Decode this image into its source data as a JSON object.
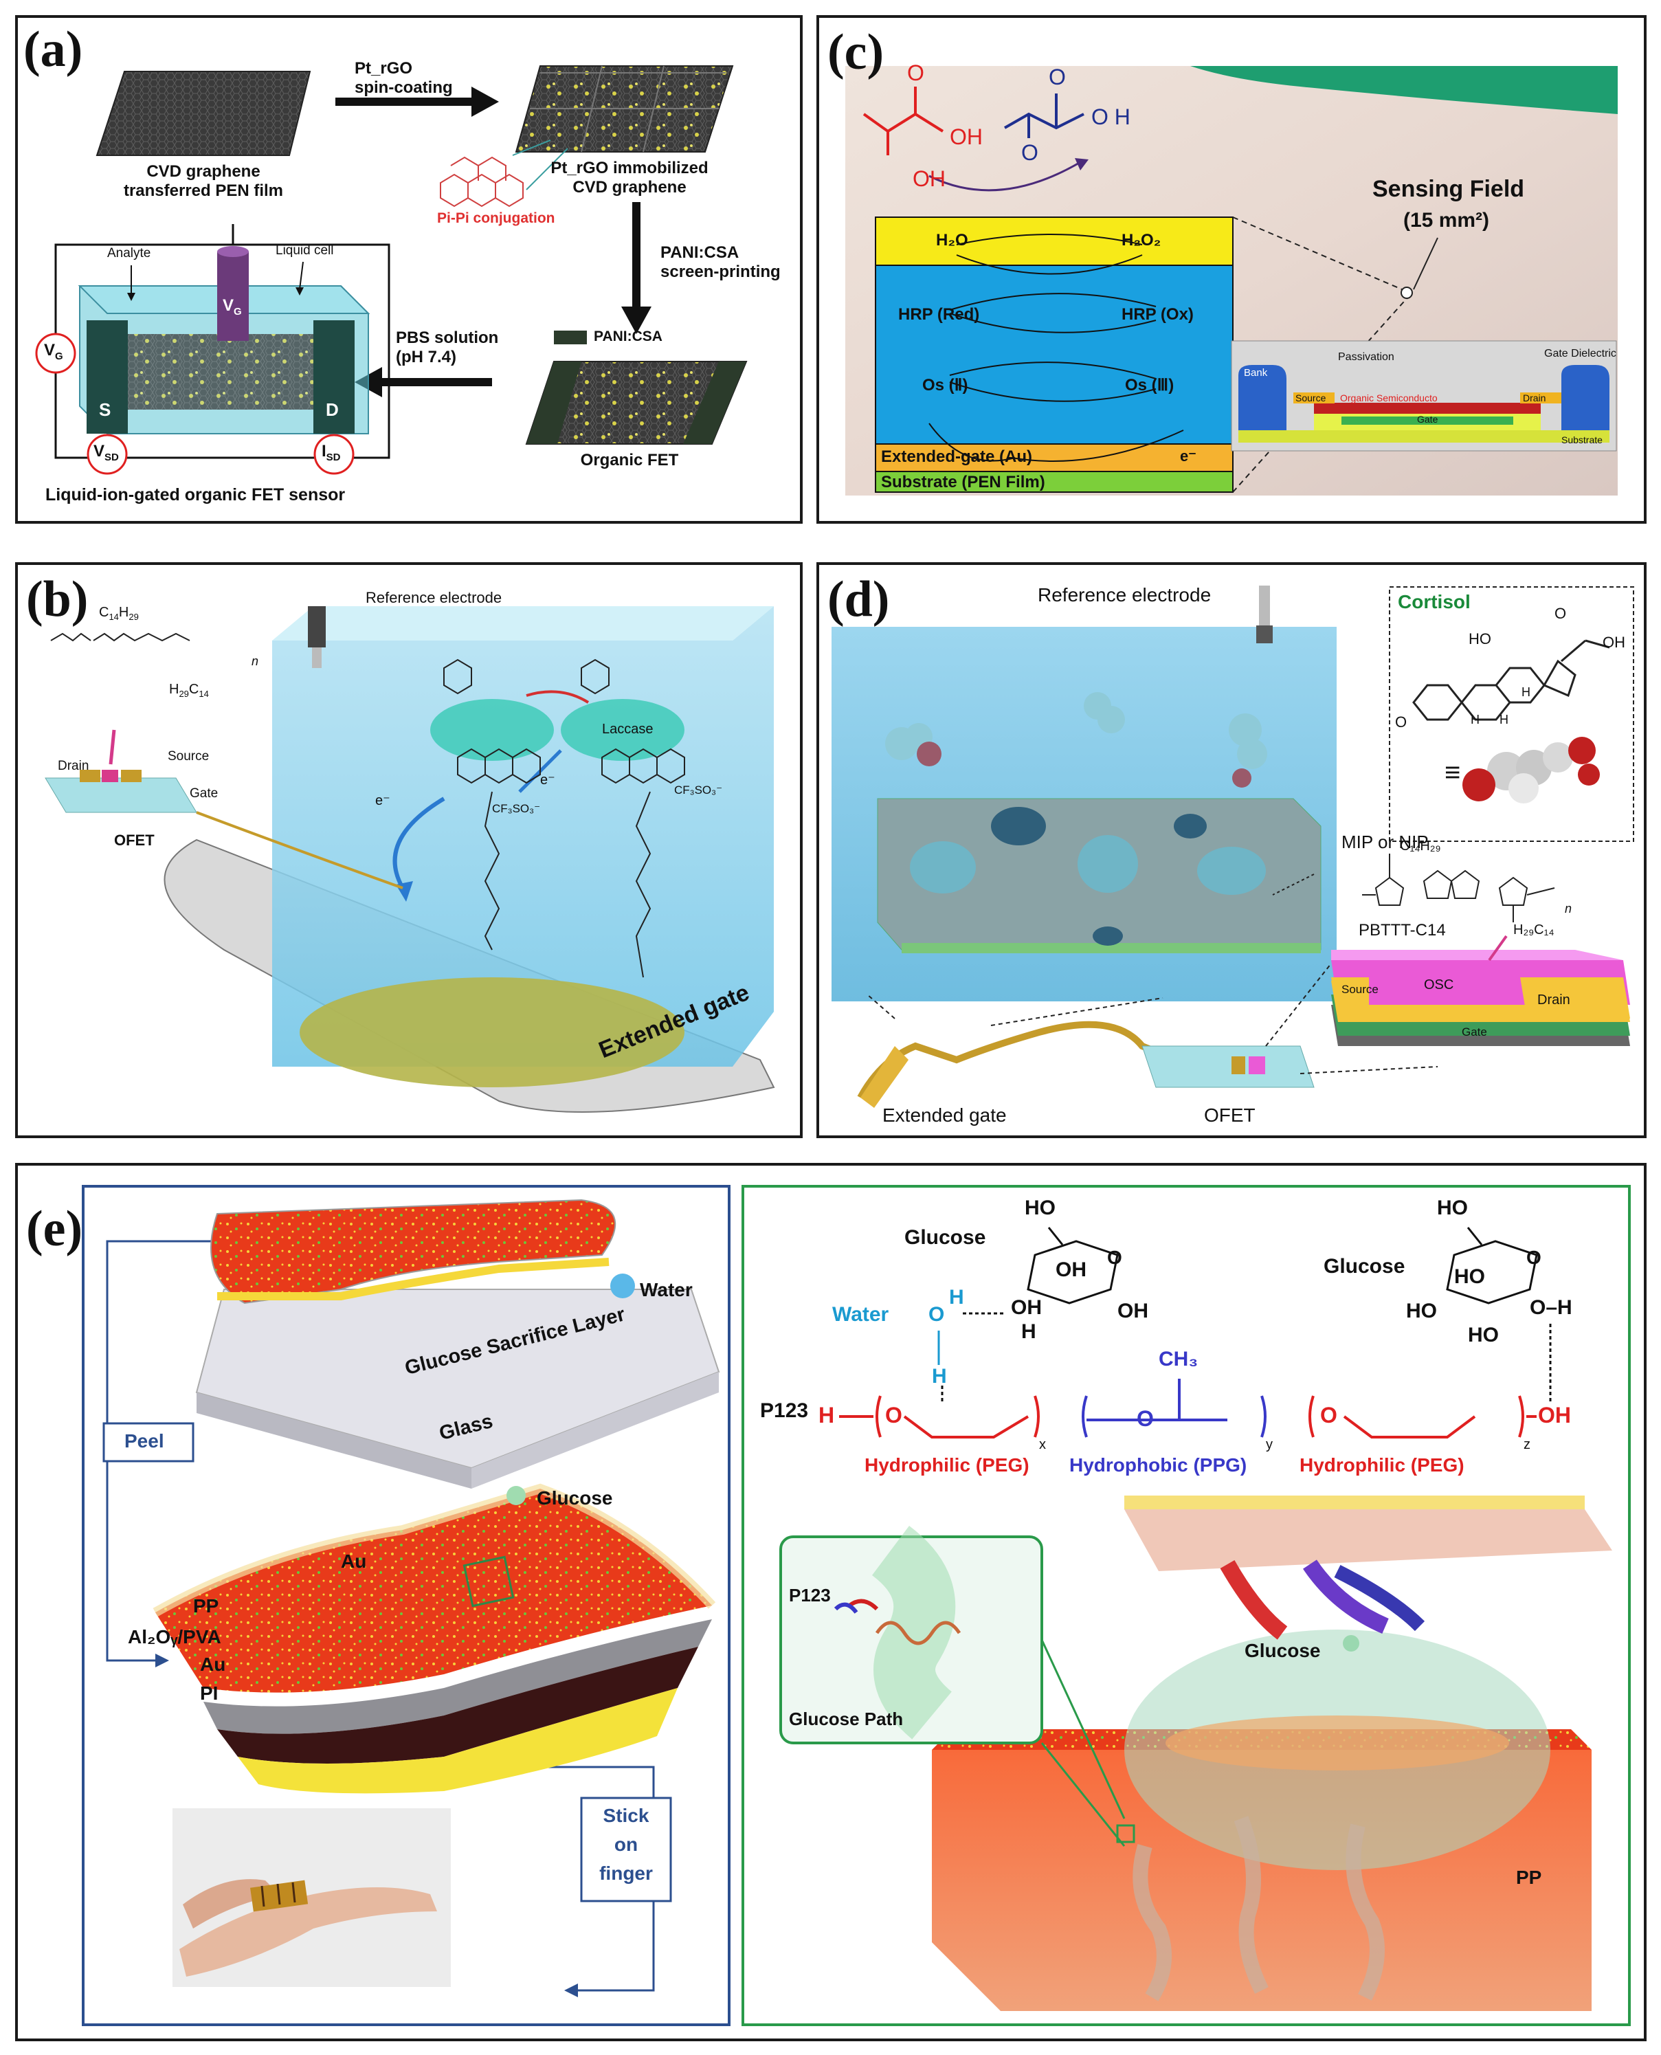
{
  "panel_a": {
    "tag": "(a)",
    "step1_line1": "CVD graphene",
    "step1_line2": "transferred PEN film",
    "arrow1_line1": "Pt_rGO",
    "arrow1_line2": "spin-coating",
    "step2_line1": "Pt_rGO immobilized",
    "step2_line2": "CVD graphene",
    "pi_pi": "Pi-Pi conjugation",
    "arrow2_line1": "PANI:CSA",
    "arrow2_line2": "screen-printing",
    "pani_legend": "PANI:CSA",
    "step3": "Organic FET",
    "arrow3_line1": "PBS  solution",
    "arrow3_line2": "(pH 7.4)",
    "analyte": "Analyte",
    "liquid_cell": "Liquid cell",
    "vg_electrode": "V",
    "vg_sub": "G",
    "vg_left": "V",
    "vg_left_sub": "G",
    "source": "S",
    "drain": "D",
    "vsd": "V",
    "vsd_sub": "SD",
    "isd": "I",
    "isd_sub": "SD",
    "caption": "Liquid-ion-gated organic FET sensor"
  },
  "panel_b": {
    "tag": "(b)",
    "reference_electrode": "Reference electrode",
    "c14h29": "C",
    "c14h29_sub1": "14",
    "c14h29_h": "H",
    "c14h29_sub2": "29",
    "h29c14": "H",
    "h29c14_sub1": "29",
    "h29c14_c": "C",
    "h29c14_sub2": "14",
    "polymer_n": "n",
    "drain": "Drain",
    "source": "Source",
    "gate": "Gate",
    "ofet": "OFET",
    "laccase": "Laccase",
    "electron": "e⁻",
    "cf3so3": "CF₃SO₃⁻",
    "extended_gate": "Extended gate"
  },
  "panel_c": {
    "tag": "(c)",
    "sensing_field": "Sensing Field",
    "sensing_area": "(15 mm²)",
    "h2o": "H₂O",
    "h2o2": "H₂O₂",
    "hrp_red": "HRP (Red)",
    "hrp_ox": "HRP (Ox)",
    "os2": "Os (Ⅱ)",
    "os3": "Os (Ⅲ)",
    "extended_gate": "Extended-gate (Au)",
    "electron": "e⁻",
    "substrate": "Substrate (PEN Film)",
    "bank": "Bank",
    "passivation": "Passivation",
    "gate_dielectric": "Gate Dielectric",
    "source": "Source",
    "osc": "Organic Semiconducto",
    "drain": "Drain",
    "gate": "Gate",
    "substrate_small": "Substrate",
    "oh1": "OH",
    "oh2": "OH",
    "o1": "O",
    "o2": "O",
    "o3": "O",
    "oh3": "O H"
  },
  "panel_d": {
    "tag": "(d)",
    "reference_electrode": "Reference electrode",
    "cortisol": "Cortisol",
    "equiv": "≡",
    "mip": "MIP or NIP",
    "pbttt": "PBTTT-C14",
    "c14h29": "C₁₄H₂₉",
    "h29c14": "H₂₉C₁₄",
    "polymer_n": "n",
    "source": "Source",
    "osc": "OSC",
    "drain": "Drain",
    "gate": "Gate",
    "extended_gate": "Extended gate",
    "ofet": "OFET",
    "ho": "HO",
    "oh_top": "OH",
    "o_top": "O",
    "o_left": "O",
    "h1": "H",
    "h2": "H",
    "h3": "H"
  },
  "panel_e": {
    "tag": "(e)",
    "water": "Water",
    "glucose_sacrifice": "Glucose Sacrifice Layer",
    "glass": "Glass",
    "peel": "Peel",
    "glucose_drop": "Glucose",
    "au_top": "Au",
    "pp": "PP",
    "al2oy": "Al₂Oᵧ/PVA",
    "au": "Au",
    "pi": "PI",
    "stick": "Stick",
    "on": "on",
    "finger": "finger",
    "glucose_left": "Glucose",
    "glucose_right": "Glucose",
    "water_label": "Water",
    "p123": "P123",
    "hydrophilic1": "Hydrophilic (PEG)",
    "hydrophobic": "Hydrophobic (PPG)",
    "hydrophilic2": "Hydrophilic (PEG)",
    "ch3": "CH₃",
    "sub_x": "x",
    "sub_y": "y",
    "sub_z": "z",
    "p123_inset": "P123",
    "glucose_path": "Glucose Path",
    "glucose_3d": "Glucose",
    "pp_3d": "PP",
    "ho1": "HO",
    "oh1": "OH",
    "oh2": "OH",
    "oh3": "OH",
    "ho2": "HO",
    "ho3": "HO",
    "oh4": "OH",
    "ho4": "HO",
    "ho5": "HO",
    "h_a": "H",
    "h_b": "H",
    "o_water": "O",
    "h_water": "H",
    "o_ring1": "O",
    "o_ring2": "O",
    "o_chain1": "O",
    "o_chain2": "O",
    "o_chain3": "O",
    "h_start": "H",
    "oh_end": "OH",
    "o_h_right": "O–H"
  }
}
